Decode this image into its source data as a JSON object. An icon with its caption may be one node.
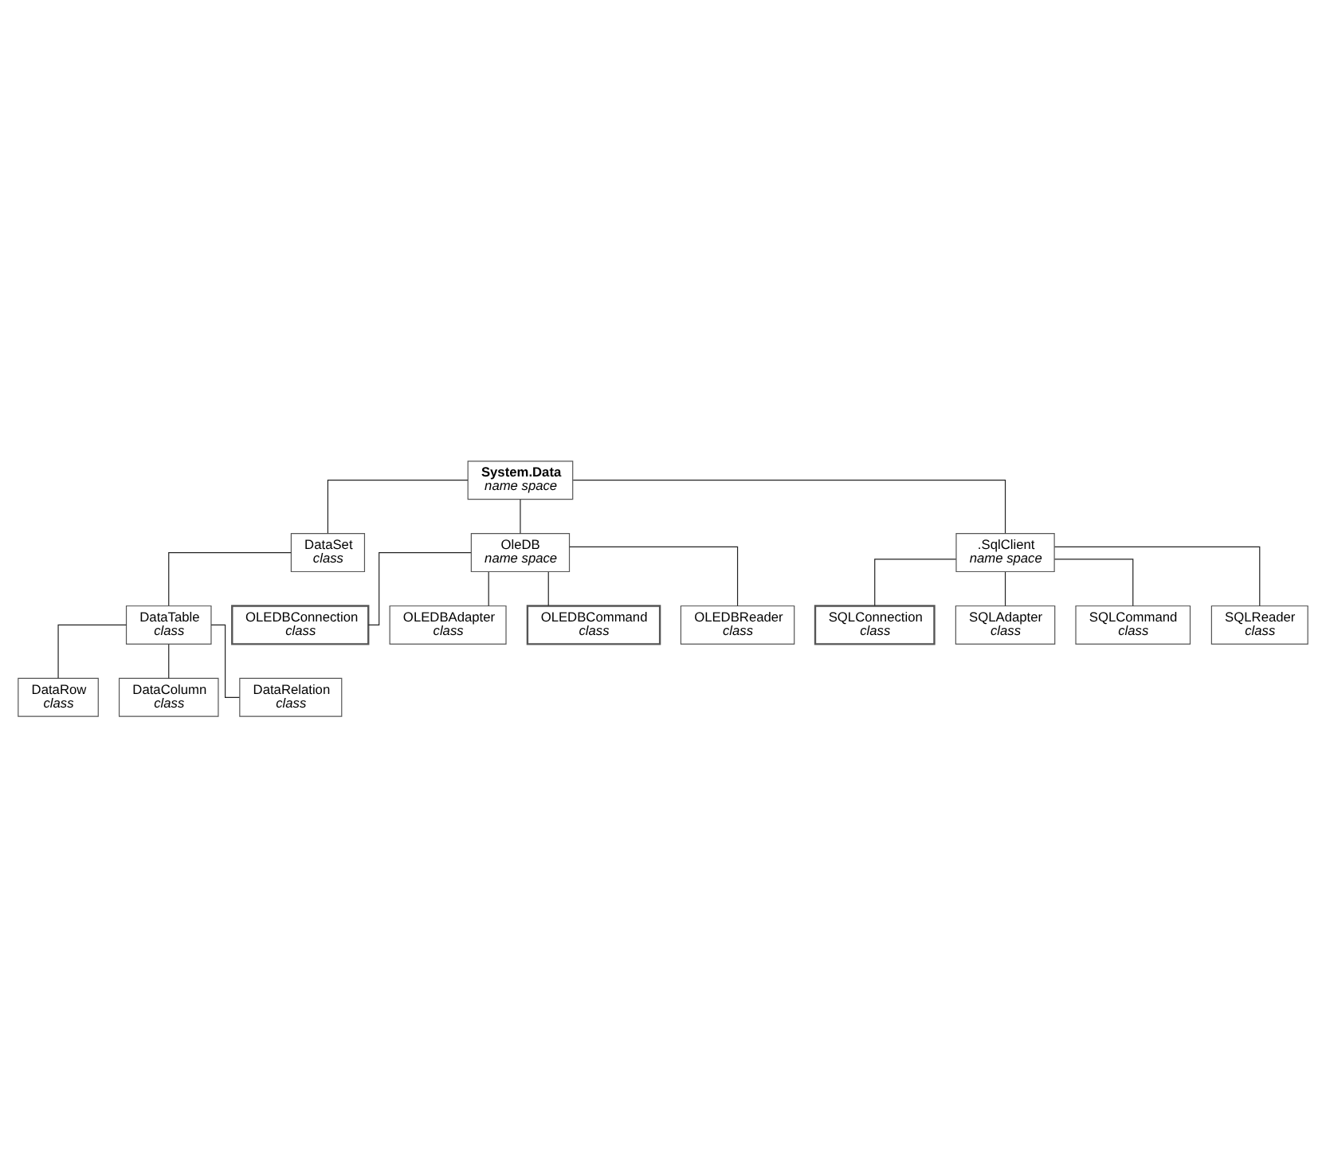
{
  "diagram": {
    "nodes": [
      {
        "text": [
          "System.Data",
          "name space"
        ]
      },
      {
        "text": [
          "DataSet",
          "class"
        ]
      },
      {
        "text": [
          "OleDB",
          "name space"
        ]
      },
      {
        "text": [
          ".SqlClient",
          "name space"
        ]
      },
      {
        "text": [
          "DataTable",
          "class"
        ]
      },
      {
        "text": [
          "DataRow",
          "class"
        ]
      },
      {
        "text": [
          "DataColumn",
          "class"
        ]
      },
      {
        "text": [
          "DataRelation",
          "class"
        ]
      },
      {
        "text": [
          "OLEDBConnection",
          "class"
        ]
      },
      {
        "text": [
          "OLEDBAdapter",
          "class"
        ]
      },
      {
        "text": [
          "OLEDBCommand",
          "class"
        ]
      },
      {
        "text": [
          "OLEDBReader",
          "class"
        ]
      },
      {
        "text": [
          "SQLConnection",
          "class"
        ]
      },
      {
        "text": [
          "SQLAdapter",
          "class"
        ]
      },
      {
        "text": [
          "SQLCommand",
          "class"
        ]
      },
      {
        "text": [
          "SQLReader",
          "class"
        ]
      }
    ],
    "edges": [
      {
        "from": 0,
        "to": 1,
        "arrow": "none"
      },
      {
        "from": 0,
        "to": 2,
        "arrow": "none"
      },
      {
        "from": 0,
        "to": 3,
        "arrow": "none"
      },
      {
        "from": 1,
        "to": 4,
        "arrow": "none"
      },
      {
        "from": 4,
        "to": 5,
        "arrow": "none"
      },
      {
        "from": 4,
        "to": 6,
        "arrow": "none"
      },
      {
        "from": 4,
        "to": 7,
        "arrow": "none"
      },
      {
        "from": 2,
        "to": 8,
        "arrow": "none"
      },
      {
        "from": 2,
        "to": 9,
        "arrow": "none"
      },
      {
        "from": 2,
        "to": 10,
        "arrow": "none"
      },
      {
        "from": 2,
        "to": 11,
        "arrow": "none"
      },
      {
        "from": 3,
        "to": 12,
        "arrow": "none"
      },
      {
        "from": 3,
        "to": 13,
        "arrow": "none"
      },
      {
        "from": 3,
        "to": 14,
        "arrow": "none"
      },
      {
        "from": 3,
        "to": 15,
        "arrow": "none"
      }
    ]
  }
}
